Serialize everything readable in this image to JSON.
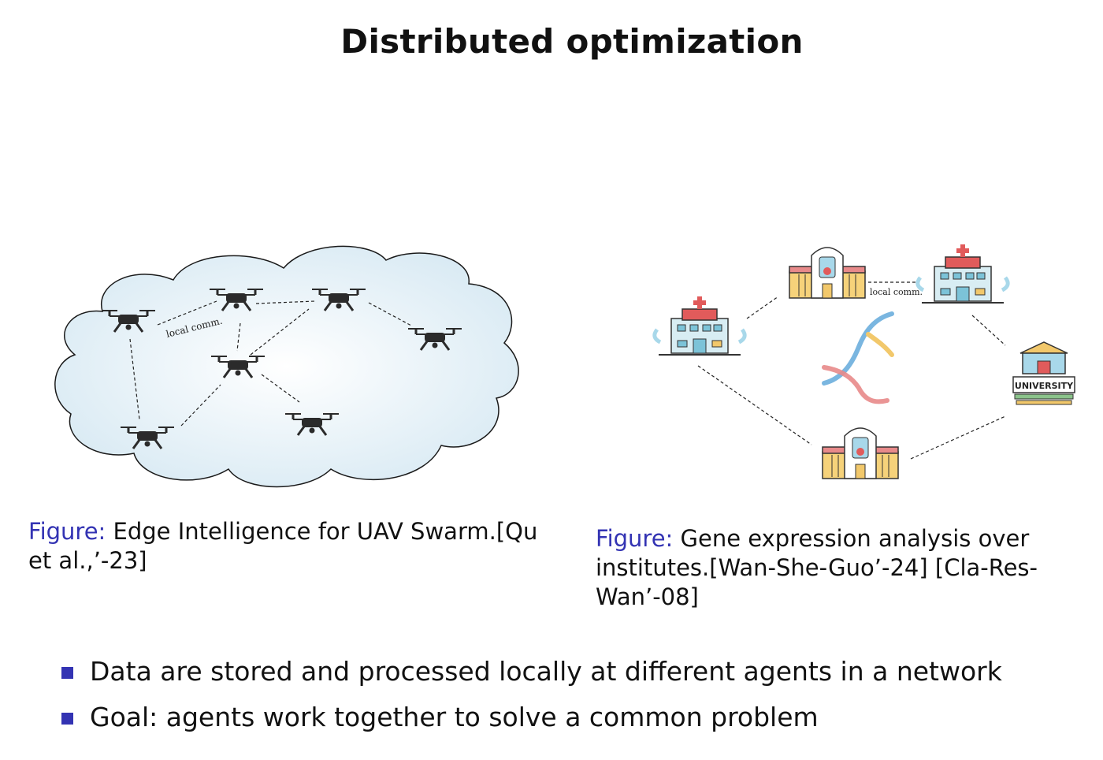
{
  "slide": {
    "title": "Distributed optimization"
  },
  "figure_uav": {
    "edge_label": "local comm.",
    "caption_label": "Figure:",
    "caption_text": "Edge Intelligence for UAV Swarm.[Qu et al.,’-23]"
  },
  "figure_gene": {
    "edge_label": "local comm.",
    "university_sign": "UNIVERSITY",
    "caption_label": "Figure:",
    "caption_text": "Gene expression analysis over institutes.[Wan-She-Guo’-24] [Cla-Res-Wan’-08]"
  },
  "bullets": [
    "Data are stored and processed locally at different agents in a network",
    "Goal: agents work together to solve a common problem"
  ],
  "colors": {
    "accent": "#3333b3",
    "cloud_fill": "#e7f2f8",
    "drone": "#2b2b2b"
  }
}
